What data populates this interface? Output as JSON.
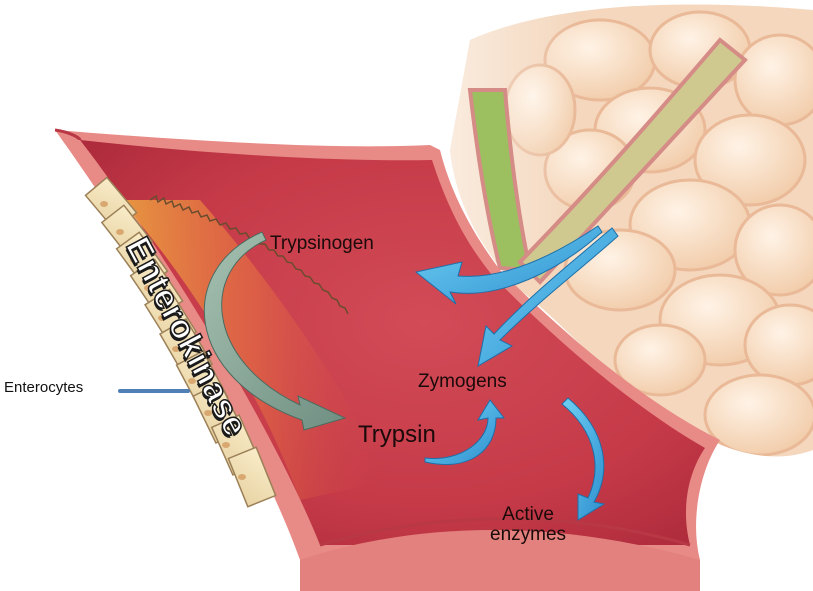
{
  "labels": {
    "trypsinogen": "Trypsinogen",
    "zymogens": "Zymogens",
    "trypsin": "Trypsin",
    "active_line1": "Active",
    "active_line2": "enzymes",
    "enterocytes": "Enterocytes",
    "enterokinase": "Enterokinase"
  },
  "colors": {
    "lumen": "#c93a48",
    "wall_outer": "#e88a86",
    "pancreas": "#f6d9c0",
    "duct": "#c8c48a",
    "bile": "#9cc060",
    "arrow_blue": "#3fb6e6",
    "arrow_gray": "#8aa79a",
    "enterokinase_glow": "#f2a030"
  }
}
